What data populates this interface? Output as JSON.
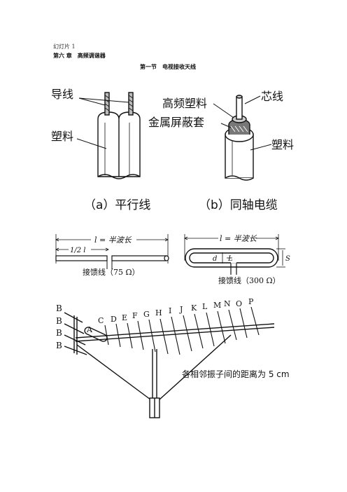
{
  "header": {
    "slide_label": "幻灯片 1",
    "chapter_no": "第六 章",
    "chapter_title": "高频调谐器",
    "section_title": "第一节　电视接收天线"
  },
  "fig1": {
    "left_labels": {
      "wire": "导线",
      "plastic": "塑料"
    },
    "right_labels": {
      "core": "芯线",
      "hf_plastic": "高频塑料",
      "shield": "金属屏蔽套",
      "plastic": "塑料"
    },
    "caption_a": "（a）平行线",
    "caption_b": "（b）同轴电缆"
  },
  "fig2": {
    "half_wave_left": "l = 半波长",
    "half_l": "1/2 l",
    "feeder_75": "接馈线（75 Ω）",
    "half_wave_right": "l = 半波长",
    "d_label": "d",
    "l_label": "L",
    "s_label": "S",
    "feeder_300": "接馈线（300 Ω）"
  },
  "fig3": {
    "reflector_labels": [
      "B",
      "B",
      "B",
      "B"
    ],
    "director_labels": [
      "A",
      "C",
      "D",
      "E",
      "F",
      "G",
      "H",
      "I",
      "J",
      "K",
      "L",
      "M",
      "N",
      "O",
      "P"
    ],
    "spacing_note": "各相邻振子间的距离为 5 cm"
  }
}
